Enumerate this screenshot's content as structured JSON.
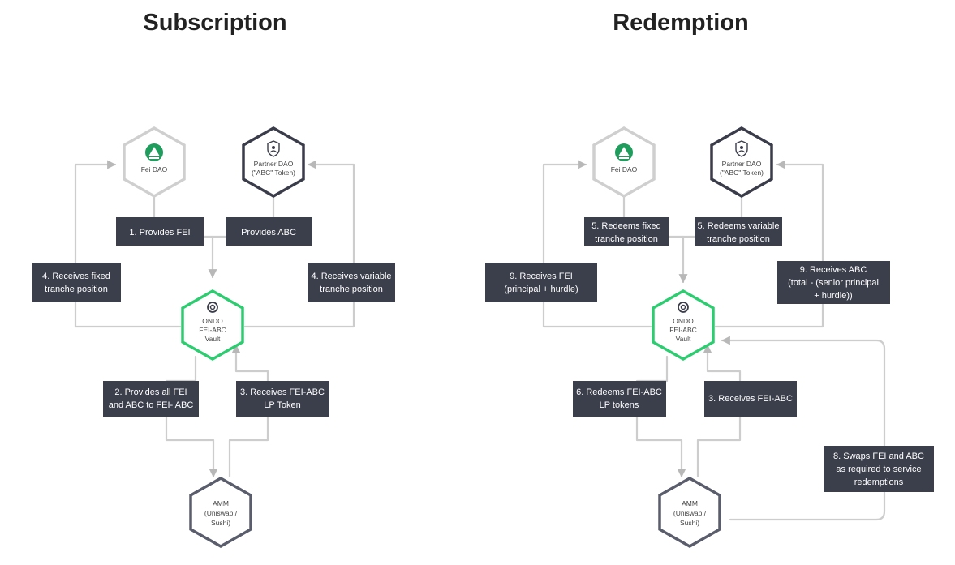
{
  "colors": {
    "fei_dao_border": "#cfcfcf",
    "partner_dao_border": "#3a3c4a",
    "ondo_vault_border": "#2ecc71",
    "amm_border": "#5a5d6b",
    "label_box_fill": "#3b3e4b",
    "flow_line": "#cdcdcd",
    "fei_icon": "#1f9d5c"
  },
  "subscription": {
    "title": "Subscription",
    "nodes": {
      "fei_dao": {
        "lines": [
          "Fei DAO"
        ],
        "icon": "fei-logo-icon"
      },
      "partner_dao": {
        "lines": [
          "Partner DAO",
          "(\"ABC\" Token)"
        ],
        "icon": "shield-user-icon"
      },
      "ondo_vault": {
        "lines": [
          "ONDO",
          "FEI-ABC",
          "Vault"
        ],
        "icon": "ondo-logo-icon"
      },
      "amm": {
        "lines": [
          "AMM",
          "(Uniswap /",
          "Sushi)"
        ]
      }
    },
    "labels": {
      "provides_fei": [
        "1. Provides FEI"
      ],
      "provides_abc": [
        "Provides ABC"
      ],
      "receives_fixed": [
        "4. Receives fixed",
        "tranche position"
      ],
      "receives_variable": [
        "4. Receives variable",
        "tranche position"
      ],
      "provides_all": [
        "2. Provides all FEI",
        "and ABC to FEI- ABC"
      ],
      "receives_lp": [
        "3. Receives FEI-ABC",
        "LP Token"
      ]
    }
  },
  "redemption": {
    "title": "Redemption",
    "nodes": {
      "fei_dao": {
        "lines": [
          "Fei DAO"
        ],
        "icon": "fei-logo-icon"
      },
      "partner_dao": {
        "lines": [
          "Partner DAO",
          "(\"ABC\" Token)"
        ],
        "icon": "shield-user-icon"
      },
      "ondo_vault": {
        "lines": [
          "ONDO",
          "FEI-ABC",
          "Vault"
        ],
        "icon": "ondo-logo-icon"
      },
      "amm": {
        "lines": [
          "AMM",
          "(Uniswap /",
          "Sushi)"
        ]
      }
    },
    "labels": {
      "redeems_fixed": [
        "5. Redeems fixed",
        "tranche position"
      ],
      "redeems_variable": [
        "5. Redeems variable",
        "tranche position"
      ],
      "receives_fei": [
        "9. Receives FEI",
        "(principal + hurdle)"
      ],
      "receives_abc": [
        "9. Receives ABC",
        "(total - (senior principal",
        "+ hurdle))"
      ],
      "redeems_lp": [
        "6. Redeems FEI-ABC",
        "LP tokens"
      ],
      "receives_fei_abc": [
        "3. Receives FEI-ABC"
      ],
      "swaps": [
        "8. Swaps FEI and ABC",
        "as required to service",
        "redemptions"
      ]
    }
  }
}
